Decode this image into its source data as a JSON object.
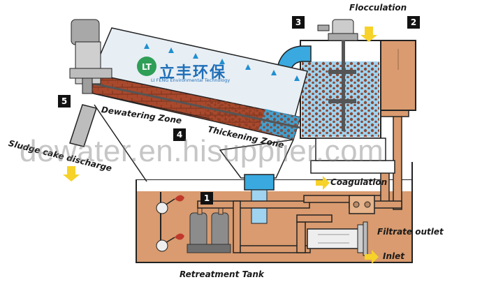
{
  "labels": {
    "flocculation": "Flocculation",
    "coagulation": "Coagulation",
    "filtrate_outlet": "Filtrate outlet",
    "inlet": "Inlet",
    "retreatment_tank": "Retreatment Tank",
    "dewatering_zone": "Dewatering Zone",
    "thickening_zone": "Thickening Zone",
    "sludge_cake_discharge": "Sludge cake discharge"
  },
  "numbers": {
    "n1": "1",
    "n2": "2",
    "n3": "3",
    "n4": "4",
    "n5": "5"
  },
  "brand": {
    "logo_text": "LT",
    "name_cn": "立丰环保",
    "name_en": "LI FENG Environmental Technology"
  },
  "watermark": "dewater.en.hisupplier.com",
  "colors": {
    "sludge": "#d99b6f",
    "water": "#9fd3ef",
    "water_blue": "#39a9df",
    "cake": "#a8492d",
    "outline": "#222222",
    "accent_yellow": "#f6d22a",
    "logo_green": "#2f9e57",
    "brand_blue": "#1f6fb8"
  }
}
